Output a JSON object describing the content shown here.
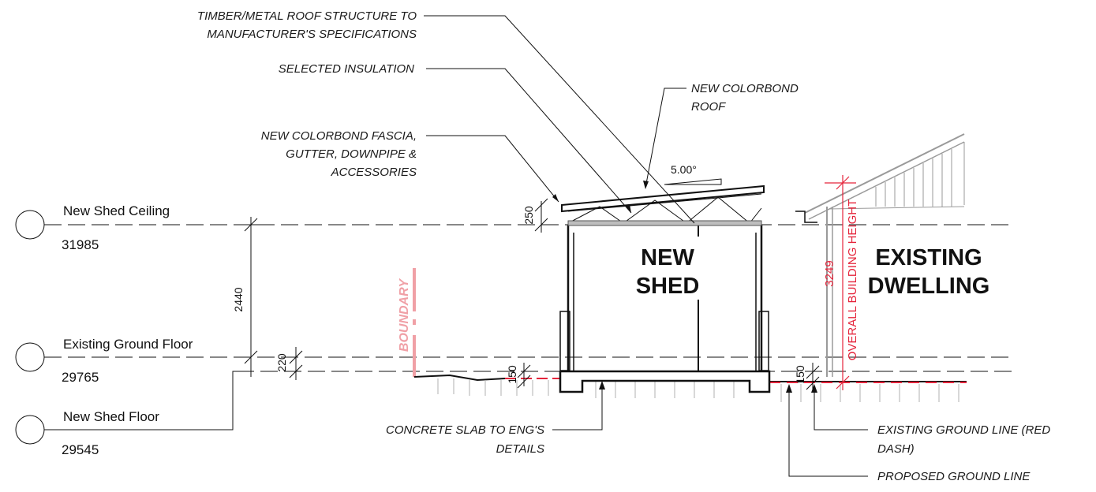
{
  "notes": {
    "roof_structure": [
      "TIMBER/METAL ROOF STRUCTURE TO",
      "MANUFACTURER'S SPECIFICATIONS"
    ],
    "insulation": "SELECTED INSULATION",
    "roof": [
      "NEW COLORBOND",
      "ROOF"
    ],
    "fascia": [
      "NEW COLORBOND FASCIA,",
      "GUTTER, DOWNPIPE &",
      "ACCESSORIES"
    ],
    "slab": [
      "CONCRETE SLAB TO ENG'S",
      "DETAILS"
    ],
    "existing_ground": [
      "EXISTING GROUND LINE (RED",
      "DASH)"
    ],
    "proposed_ground": "PROPOSED GROUND LINE"
  },
  "levels": [
    {
      "name": "New Shed Ceiling",
      "value": "31985"
    },
    {
      "name": "Existing Ground Floor",
      "value": "29765"
    },
    {
      "name": "New Shed Floor",
      "value": "29545"
    }
  ],
  "rooms": {
    "shed": [
      "NEW",
      "SHED"
    ],
    "dwelling": [
      "EXISTING",
      "DWELLING"
    ]
  },
  "dimensions": {
    "roof_pitch": "5.00°",
    "roof_depth": "250",
    "ceiling_height": "2440",
    "floor_diff": "220",
    "slab_left": "150",
    "slab_right": "150",
    "overall_height": "3249",
    "overall_label": "OVERALL BUILDING HEIGHT"
  },
  "boundary": "BOUNDARY",
  "colors": {
    "ink": "#111111",
    "red": "#e5243b",
    "pink": "#f0a0a6",
    "grey": "#9a9a9a"
  }
}
